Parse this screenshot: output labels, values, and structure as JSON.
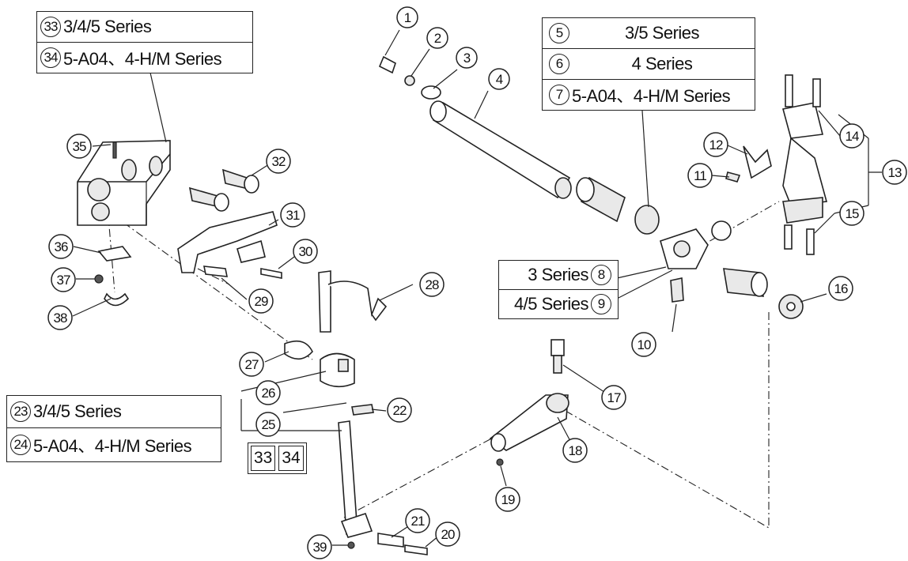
{
  "legends": {
    "top_left": [
      {
        "num": "33",
        "text": "3/4/5 Series"
      },
      {
        "num": "34",
        "text": "5-A04、4-H/M Series"
      }
    ],
    "top_right": [
      {
        "num": "5",
        "text": "3/5 Series"
      },
      {
        "num": "6",
        "text": "4 Series"
      },
      {
        "num": "7",
        "text": "5-A04、4-H/M Series"
      }
    ],
    "middle_right": [
      {
        "num": "8",
        "text": "3 Series"
      },
      {
        "num": "9",
        "text": "4/5 Series"
      }
    ],
    "bottom_left": [
      {
        "num": "23",
        "text": "3/4/5 Series"
      },
      {
        "num": "24",
        "text": "5-A04、4-H/M Series"
      }
    ],
    "bottom_left_refs": [
      "33",
      "34"
    ]
  },
  "callouts": [
    "1",
    "2",
    "3",
    "4",
    "10",
    "11",
    "12",
    "13",
    "14",
    "15",
    "16",
    "17",
    "18",
    "19",
    "20",
    "21",
    "22",
    "25",
    "26",
    "27",
    "28",
    "29",
    "30",
    "31",
    "32",
    "35",
    "36",
    "37",
    "38",
    "39"
  ]
}
